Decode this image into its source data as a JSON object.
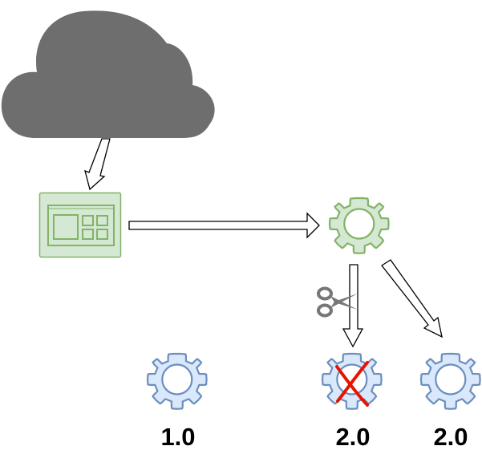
{
  "diagram": {
    "nodes": [
      {
        "id": "cloud",
        "icon": "cloud-icon",
        "color": "#6e6e6e"
      },
      {
        "id": "app-window",
        "icon": "app-window-icon",
        "color": "#dff0d8",
        "stroke": "#82b366"
      },
      {
        "id": "gear-main",
        "icon": "gear-icon",
        "color": "#d5e8d4",
        "stroke": "#82b366"
      },
      {
        "id": "gear-1-0",
        "icon": "gear-icon",
        "color": "#dae8fc",
        "stroke": "#6c8ebf",
        "label": "1.0"
      },
      {
        "id": "gear-2-0-cut",
        "icon": "gear-icon",
        "color": "#dae8fc",
        "stroke": "#6c8ebf",
        "label": "2.0",
        "overlay": "red-x-icon"
      },
      {
        "id": "gear-2-0",
        "icon": "gear-icon",
        "color": "#dae8fc",
        "stroke": "#6c8ebf",
        "label": "2.0"
      }
    ],
    "edges": [
      {
        "from": "cloud",
        "to": "app-window"
      },
      {
        "from": "app-window",
        "to": "gear-main"
      },
      {
        "from": "gear-main",
        "to": "gear-2-0-cut",
        "decoration": "scissors-icon"
      },
      {
        "from": "gear-main",
        "to": "gear-2-0"
      }
    ],
    "accent_colors": {
      "cross": "#e51400",
      "scissors": "#777777"
    }
  }
}
